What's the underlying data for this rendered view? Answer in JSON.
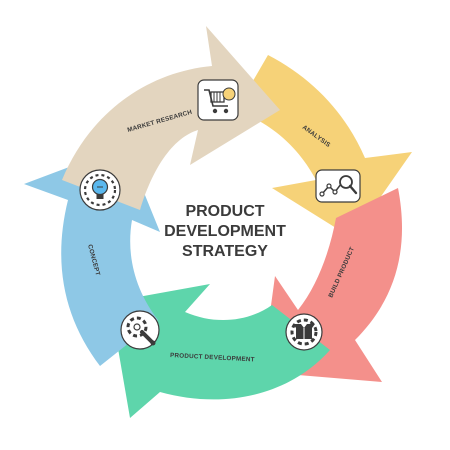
{
  "title": {
    "line1": "PRODUCT",
    "line2": "DEVELOPMENT",
    "line3": "STRATEGY"
  },
  "segments": [
    {
      "label": "MARKET RESEARCH",
      "icon": "shopping-cart-icon",
      "color": "#e3d5bf"
    },
    {
      "label": "ANALYSIS",
      "icon": "magnifier-chart-icon",
      "color": "#f6d278"
    },
    {
      "label": "BUILD PRODUCT",
      "icon": "gear-box-icon",
      "color": "#f4908b"
    },
    {
      "label": "PRODUCT DEVELOPMENT",
      "icon": "wrench-gear-icon",
      "color": "#5ed5ab"
    },
    {
      "label": "CONCEPT",
      "icon": "lightbulb-gear-icon",
      "color": "#8ec8e6"
    }
  ]
}
